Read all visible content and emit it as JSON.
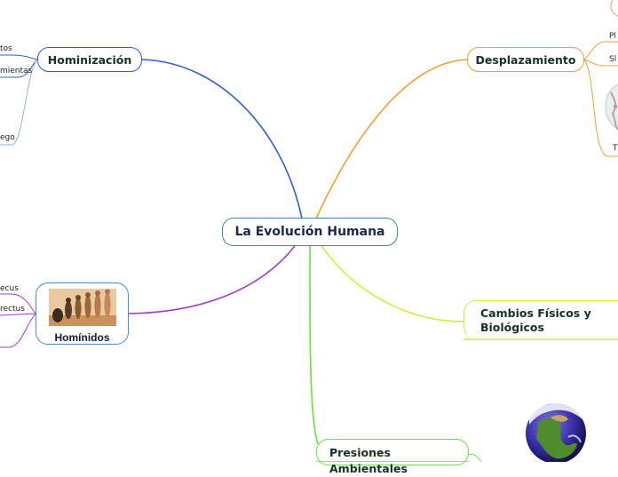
{
  "central": {
    "label": "La Evolución Humana"
  },
  "branches": {
    "hominizacion": {
      "label": "Hominización",
      "color": "#2c5fd6"
    },
    "desplazamiento": {
      "label": "Desplazamiento",
      "color": "#f0a030"
    },
    "hominidos": {
      "label": "Homínidos",
      "color": "#a23bc6"
    },
    "cambios": {
      "label": "Cambios Físicos y Biológicos",
      "color": "#d9e83a"
    },
    "presiones": {
      "label": "Presiones Ambientales",
      "color": "#66e03a"
    }
  },
  "leaves": {
    "hominizacion": [
      "tos",
      "mientas",
      "ego"
    ],
    "desplazamiento": [
      "Pl",
      "Sl",
      "T"
    ],
    "hominidos": [
      "ecus",
      "rectus"
    ]
  },
  "icons": {
    "hominidos_image": "human-evolution-illustration-icon",
    "presiones_image": "earth-globe-icon",
    "desplazamiento_image": "world-map-icon"
  }
}
